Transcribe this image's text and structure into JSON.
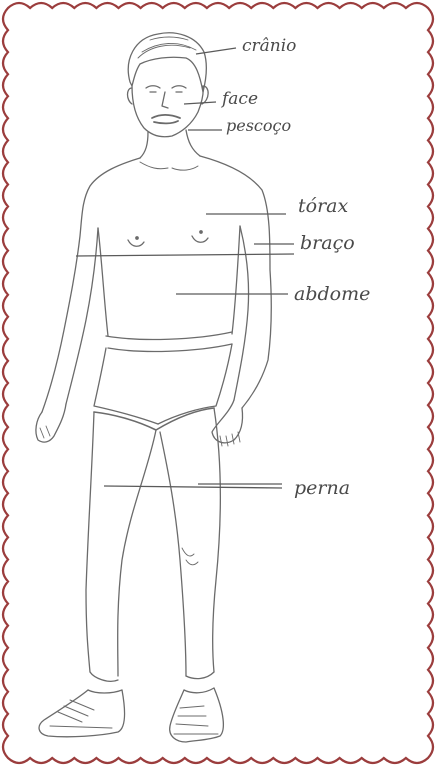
{
  "colors": {
    "border": "#9b3d3d",
    "ink": "#6b6b6b",
    "label_ink": "#4a4a4a",
    "paper": "#ffffff"
  },
  "labels": {
    "cranio": "crânio",
    "face": "face",
    "pescoco": "pescoço",
    "torax": "tórax",
    "braco": "braço",
    "abdome": "abdome",
    "perna": "perna"
  }
}
